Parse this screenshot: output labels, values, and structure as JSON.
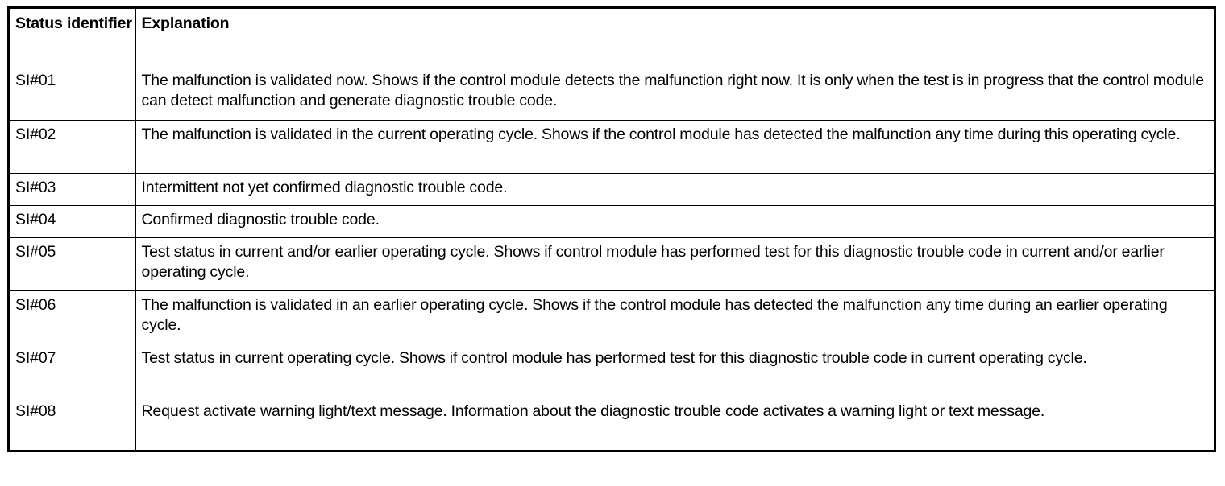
{
  "table": {
    "columns": [
      {
        "key": "status_identifier",
        "label": "Status identifier"
      },
      {
        "key": "explanation",
        "label": "Explanation"
      }
    ],
    "rows": [
      {
        "status_identifier": "SI#01",
        "explanation": "The malfunction is validated now. Shows if the control module detects the malfunction right now. It is only when the test is in progress that the control module can detect malfunction and generate diagnostic trouble code.",
        "lines": 2
      },
      {
        "status_identifier": "SI#02",
        "explanation": "The malfunction is validated in the current operating cycle. Shows if the control module has detected the malfunction any time during this operating cycle.",
        "lines": 2
      },
      {
        "status_identifier": "SI#03",
        "explanation": "Intermittent not yet confirmed diagnostic trouble code.",
        "lines": 1
      },
      {
        "status_identifier": "SI#04",
        "explanation": "Confirmed diagnostic trouble code.",
        "lines": 1
      },
      {
        "status_identifier": "SI#05",
        "explanation": "Test status in current and/or earlier operating cycle. Shows if control module has performed test for this diagnostic trouble code in current and/or earlier operating cycle.",
        "lines": 2
      },
      {
        "status_identifier": "SI#06",
        "explanation": "The malfunction is validated in an earlier operating cycle. Shows if the control module has detected the malfunction any time during an earlier operating cycle.",
        "lines": 2
      },
      {
        "status_identifier": "SI#07",
        "explanation": "Test status in current operating cycle. Shows if control module has performed test for this diagnostic trouble code in current operating cycle.",
        "lines": 2
      },
      {
        "status_identifier": "SI#08",
        "explanation": "Request activate warning light/text message. Information about the diagnostic trouble code activates a warning light or text message.",
        "lines": 2
      }
    ]
  },
  "colors": {
    "border": "#000000",
    "text": "#000000",
    "background": "#ffffff"
  }
}
